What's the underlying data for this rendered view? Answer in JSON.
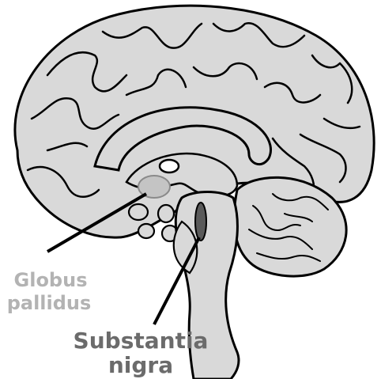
{
  "labels": {
    "globus_line1": "Globus",
    "globus_line2": "pallidus",
    "substantia_line1": "Substantia",
    "substantia_line2": "nigra"
  },
  "colors": {
    "tissue": "#d9d9d9",
    "outline": "#000000",
    "globus_pallidus_fill": "#c4c4c4",
    "globus_pallidus_text": "#b3b3b3",
    "substantia_nigra_fill": "#5a5a5a",
    "substantia_nigra_text": "#6b6b6b",
    "background": "#ffffff"
  }
}
